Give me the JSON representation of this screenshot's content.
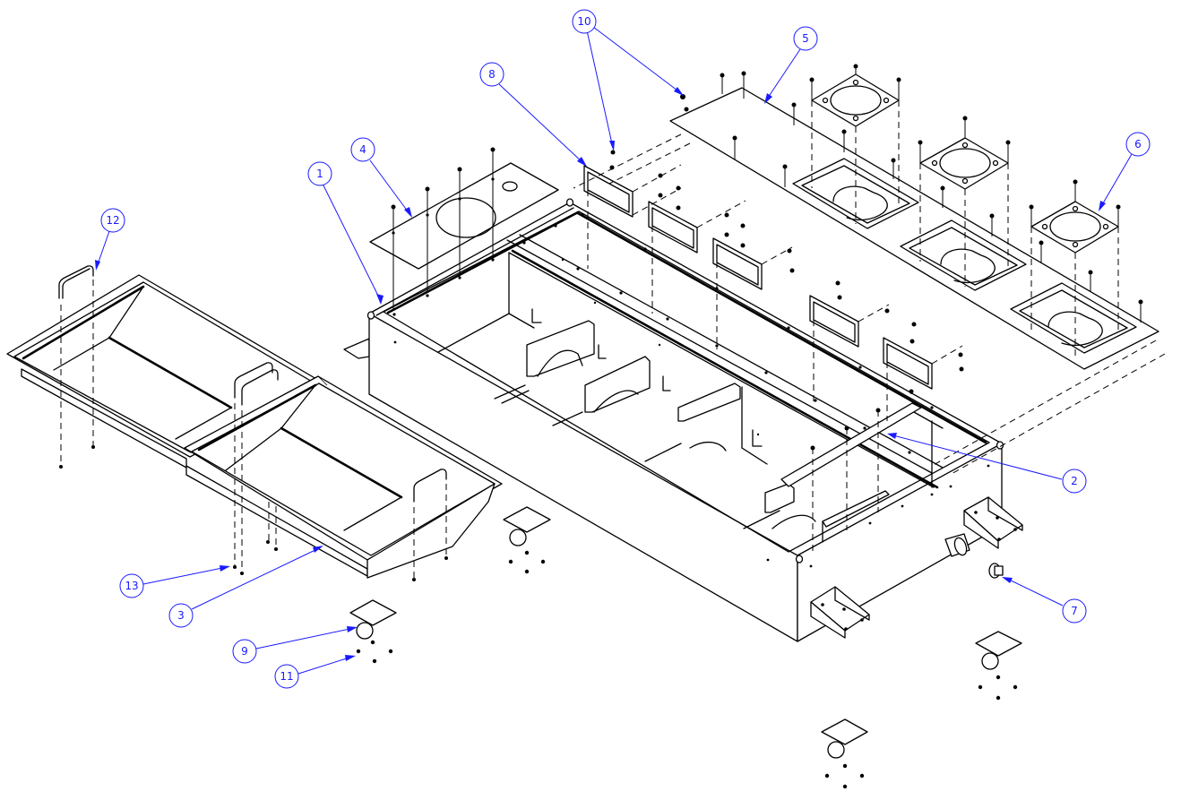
{
  "drawing": {
    "title": "Exploded assembly view",
    "line_color": "#000000",
    "balloon_color": "#1a1aff",
    "background": "#ffffff"
  },
  "balloons": [
    {
      "id": "b1",
      "label": "1",
      "part": "main-frame"
    },
    {
      "id": "b2",
      "label": "2",
      "part": "cross-brace"
    },
    {
      "id": "b3",
      "label": "3",
      "part": "hopper-tray"
    },
    {
      "id": "b4",
      "label": "4",
      "part": "cover-plate-small"
    },
    {
      "id": "b5",
      "label": "5",
      "part": "top-cover-plate"
    },
    {
      "id": "b6",
      "label": "6",
      "part": "flange-plate"
    },
    {
      "id": "b7",
      "label": "7",
      "part": "drain-plug"
    },
    {
      "id": "b8",
      "label": "8",
      "part": "access-panel"
    },
    {
      "id": "b9",
      "label": "9",
      "part": "caster-wheel"
    },
    {
      "id": "b10",
      "label": "10",
      "part": "screw"
    },
    {
      "id": "b11",
      "label": "11",
      "part": "caster-bolt"
    },
    {
      "id": "b12",
      "label": "12",
      "part": "handle"
    },
    {
      "id": "b13",
      "label": "13",
      "part": "tray-screw"
    }
  ]
}
